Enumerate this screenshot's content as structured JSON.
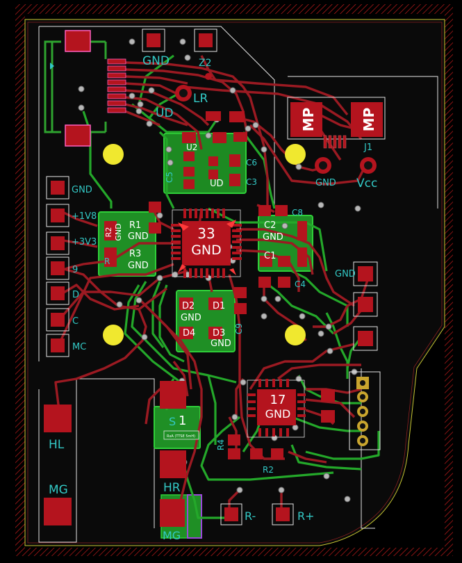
{
  "colors": {
    "background": "#000000",
    "board_fill": "#0b0b0b",
    "board_edge": "#cfcf3a",
    "copper_front": "#9b1a22",
    "copper_back": "#2aa82e",
    "pad": "#b4141e",
    "silk": "#33c9c6",
    "via": "#c8c8c8",
    "hole": "#f0ea3a",
    "pad_text": "#ffffff"
  },
  "labels": {
    "gnd_top": "GND",
    "z2": "Z2",
    "lr": "LR",
    "ud_top": "UD",
    "mp_left": "MP",
    "mp_right": "MP",
    "j1": "J1",
    "gnd_j1": "GND",
    "vcc_j1": "Vcc",
    "conn_gnd": "GND",
    "conn_1v8": "+1V8",
    "conn_3v3": "+3V3",
    "conn_9": "9",
    "conn_d": "D",
    "conn_c": "C",
    "conn_mc": "MC",
    "gnd_right": "GND",
    "r2": "R2",
    "r2_gnd": "GND",
    "r1": "R1",
    "r1_gnd": "GND",
    "r3": "R3",
    "r3_gnd": "GND",
    "r_bottom": "R",
    "c2": "C2",
    "c2_gnd": "GND",
    "c1": "C1",
    "c8": "C8",
    "c4": "C4",
    "c5": "C5",
    "c6": "C6",
    "c3": "C3",
    "c9": "C9",
    "u2": "U2",
    "ud_mid": "UD",
    "ic33_num": "33",
    "ic33_gnd": "GND",
    "ic17_num": "17",
    "ic17_gnd": "GND",
    "d2": "D2",
    "d2_gnd": "GND",
    "d1": "D1",
    "d4": "D4",
    "d3": "D3",
    "d3_gnd": "GND",
    "s1": "S",
    "s1_num": "1",
    "s1_small": "RxA (TTSE 5mH)",
    "hl": "HL",
    "mg_left": "MG",
    "hr": "HR",
    "mg_bottom": "MG",
    "r_minus": "R-",
    "r_plus": "R+",
    "r2_bottom": "R2",
    "r4": "R4"
  }
}
